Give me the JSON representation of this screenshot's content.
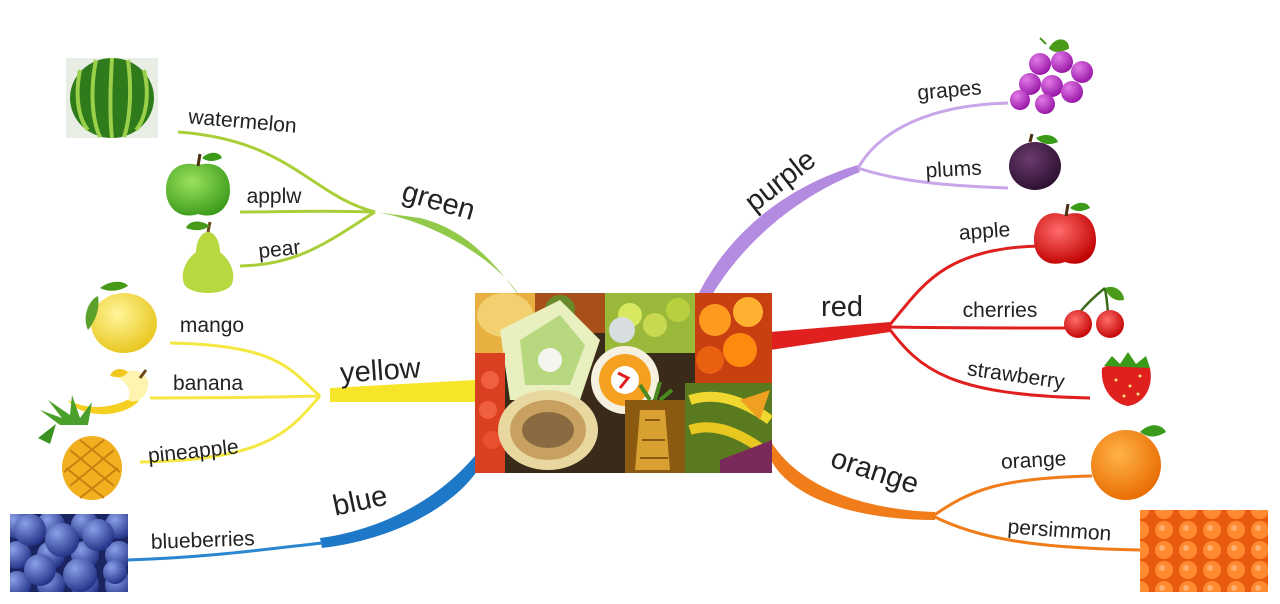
{
  "branches": {
    "green": {
      "label": "green",
      "color": "#8cc63f",
      "leaves": [
        "watermelon",
        "applw",
        "pear"
      ]
    },
    "yellow": {
      "label": "yellow",
      "color": "#f7e52a",
      "leaves": [
        "mango",
        "banana",
        "pineapple"
      ]
    },
    "blue": {
      "label": "blue",
      "color": "#1e78c8",
      "leaves": [
        "blueberries"
      ]
    },
    "purple": {
      "label": "purple",
      "color": "#b38be0",
      "leaves": [
        "grapes",
        "plums"
      ]
    },
    "red": {
      "label": "red",
      "color": "#e0201f",
      "leaves": [
        "apple",
        "cherries",
        "strawberry"
      ]
    },
    "orange": {
      "label": "orange",
      "color": "#f07d1a",
      "leaves": [
        "orange",
        "persimmon"
      ]
    }
  },
  "icons": [
    "watermelon-icon",
    "green-apple-icon",
    "pear-icon",
    "lemon-icon",
    "banana-icon",
    "pineapple-icon",
    "blueberries-icon",
    "grapes-icon",
    "plum-icon",
    "red-apple-icon",
    "cherries-icon",
    "strawberry-icon",
    "orange-icon",
    "persimmon-icon",
    "fruit-collage-icon"
  ]
}
